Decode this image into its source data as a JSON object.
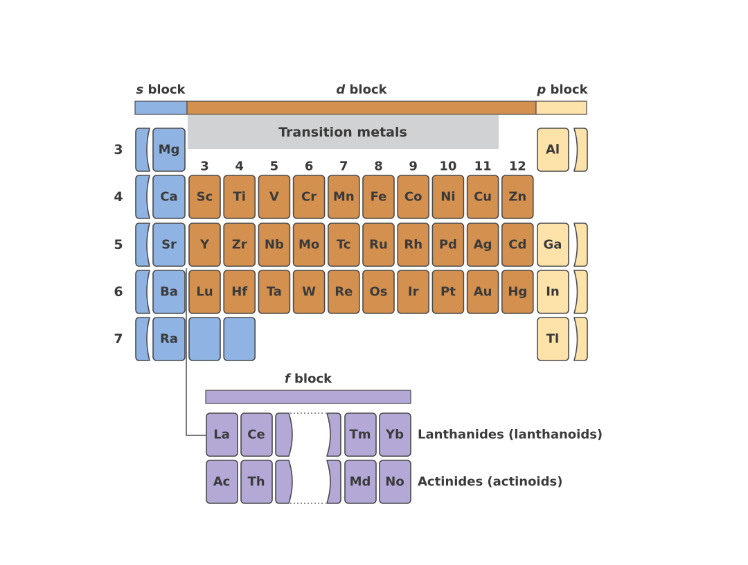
{
  "colors": {
    "s_block": "#8fb4e3",
    "d_block": "#d4904f",
    "p_block": "#fde2aa",
    "f_block": "#b3a8d6",
    "transition_band": "#d1d2d4",
    "text": "#3a3a3a",
    "outline": "#4a4a4a"
  },
  "block_labels": {
    "s": {
      "letter": "s",
      "word": " block"
    },
    "d": {
      "letter": "d",
      "word": " block"
    },
    "p": {
      "letter": "p",
      "word": " block"
    },
    "f": {
      "letter": "f",
      "word": " block"
    }
  },
  "transition_label": "Transition metals",
  "periods": [
    "3",
    "4",
    "5",
    "6",
    "7"
  ],
  "groups": [
    "3",
    "4",
    "5",
    "6",
    "7",
    "8",
    "9",
    "10",
    "11",
    "12"
  ],
  "s_elements": [
    "Mg",
    "Ca",
    "Sr",
    "Ba",
    "Ra"
  ],
  "d_rows": [
    [
      "Sc",
      "Ti",
      "V",
      "Cr",
      "Mn",
      "Fe",
      "Co",
      "Ni",
      "Cu",
      "Zn"
    ],
    [
      "Y",
      "Zr",
      "Nb",
      "Mo",
      "Tc",
      "Ru",
      "Rh",
      "Pd",
      "Ag",
      "Cd"
    ],
    [
      "Lu",
      "Hf",
      "Ta",
      "W",
      "Re",
      "Os",
      "Ir",
      "Pt",
      "Au",
      "Hg"
    ]
  ],
  "p_elements": [
    "Al",
    "Ga",
    "In",
    "Tl"
  ],
  "f_rows": [
    {
      "first": [
        "La",
        "Ce"
      ],
      "last": [
        "Tm",
        "Yb"
      ],
      "label": "Lanthanides (lanthanoids)"
    },
    {
      "first": [
        "Ac",
        "Th"
      ],
      "last": [
        "Md",
        "No"
      ],
      "label": "Actinides (actinoids)"
    }
  ]
}
